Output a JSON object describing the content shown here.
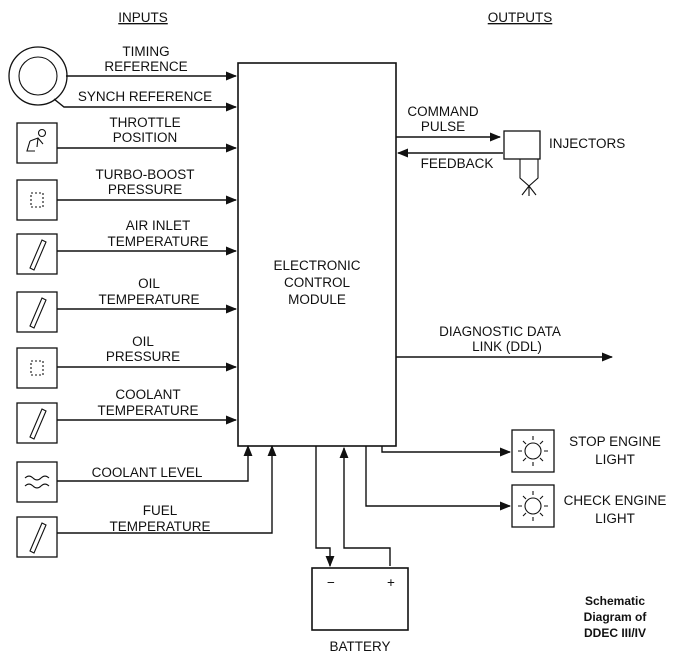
{
  "headers": {
    "inputs": "INPUTS",
    "outputs": "OUTPUTS"
  },
  "inputs": {
    "timing_reference": [
      "TIMING",
      "REFERENCE"
    ],
    "synch_reference": [
      "SYNCH REFERENCE"
    ],
    "throttle_position": [
      "THROTTLE",
      "POSITION"
    ],
    "turbo_boost_pressure": [
      "TURBO-BOOST",
      "PRESSURE"
    ],
    "air_inlet_temperature": [
      "AIR INLET",
      "TEMPERATURE"
    ],
    "oil_temperature": [
      "OIL",
      "TEMPERATURE"
    ],
    "oil_pressure": [
      "OIL",
      "PRESSURE"
    ],
    "coolant_temperature": [
      "COOLANT",
      "TEMPERATURE"
    ],
    "coolant_level": [
      "COOLANT LEVEL"
    ],
    "fuel_temperature": [
      "FUEL",
      "TEMPERATURE"
    ]
  },
  "ecm": [
    "ELECTRONIC",
    "CONTROL",
    "MODULE"
  ],
  "outputs": {
    "command_pulse": [
      "COMMAND",
      "PULSE"
    ],
    "feedback": [
      "FEEDBACK"
    ],
    "injectors": [
      "INJECTORS"
    ],
    "diagnostic_data_link": [
      "DIAGNOSTIC DATA",
      "LINK (DDL)"
    ],
    "stop_engine_light": [
      "STOP ENGINE",
      "LIGHT"
    ],
    "check_engine_light": [
      "CHECK ENGINE",
      "LIGHT"
    ]
  },
  "battery": {
    "label": "BATTERY",
    "minus": "−",
    "plus": "+"
  },
  "caption": [
    "Schematic",
    "Diagram of",
    "DDEC III/IV"
  ],
  "icons": {
    "timing_sensor": "timing-wheel-icon",
    "throttle_sensor": "throttle-pedal-icon",
    "pressure_sensor": "pressure-sensor-icon",
    "temperature_sensor": "thermometer-icon",
    "coolant_level_sensor": "liquid-level-icon",
    "injector": "injector-icon",
    "warning_light": "warning-lamp-icon"
  }
}
